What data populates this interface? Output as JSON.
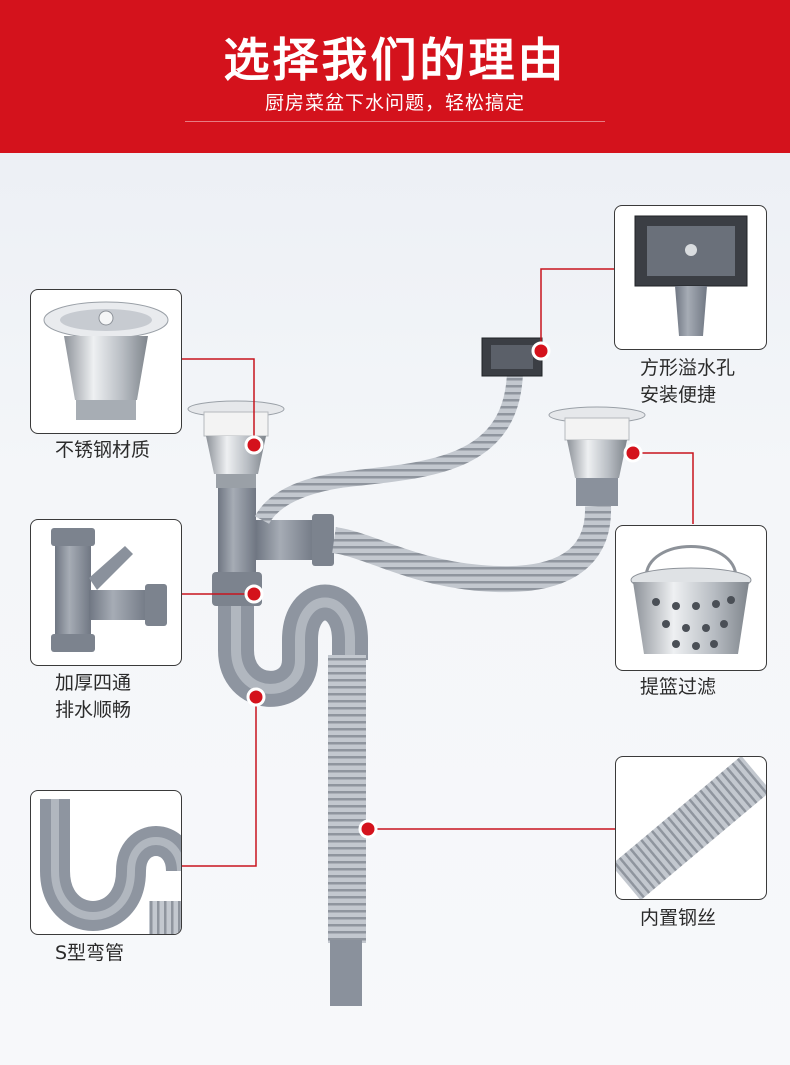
{
  "header": {
    "title": "选择我们的理由",
    "subtitle": "厨房菜盆下水问题，轻松搞定"
  },
  "features": {
    "stainless": "不锈钢材质",
    "tee_line1": "加厚四通",
    "tee_line2": "排水顺畅",
    "s_trap": "S型弯管",
    "overflow_line1": "方形溢水孔",
    "overflow_line2": "安装便捷",
    "basket": "提篮过滤",
    "steel_wire": "内置钢丝"
  },
  "colors": {
    "banner": "#d4121c",
    "callout_line": "#c8141e",
    "callout_dot": "#d4121c",
    "pipe_gray": "#8a919c",
    "hose": "#b9bec6",
    "steel": "#c9cdd2"
  }
}
